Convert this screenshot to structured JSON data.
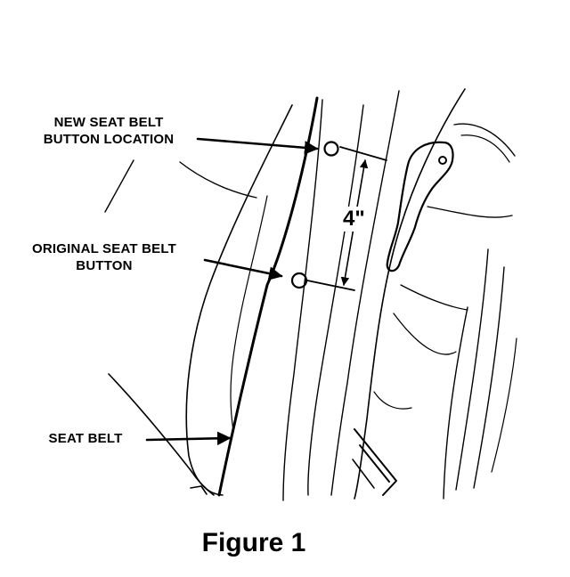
{
  "labels": {
    "new_location_line1": "NEW SEAT BELT",
    "new_location_line2": "BUTTON LOCATION",
    "original_line1": "ORIGINAL SEAT BELT",
    "original_line2": "BUTTON",
    "seat_belt": "SEAT BELT"
  },
  "dimension": "4\"",
  "caption": "Figure 1",
  "colors": {
    "ink": "#000000",
    "paper": "#ffffff"
  }
}
